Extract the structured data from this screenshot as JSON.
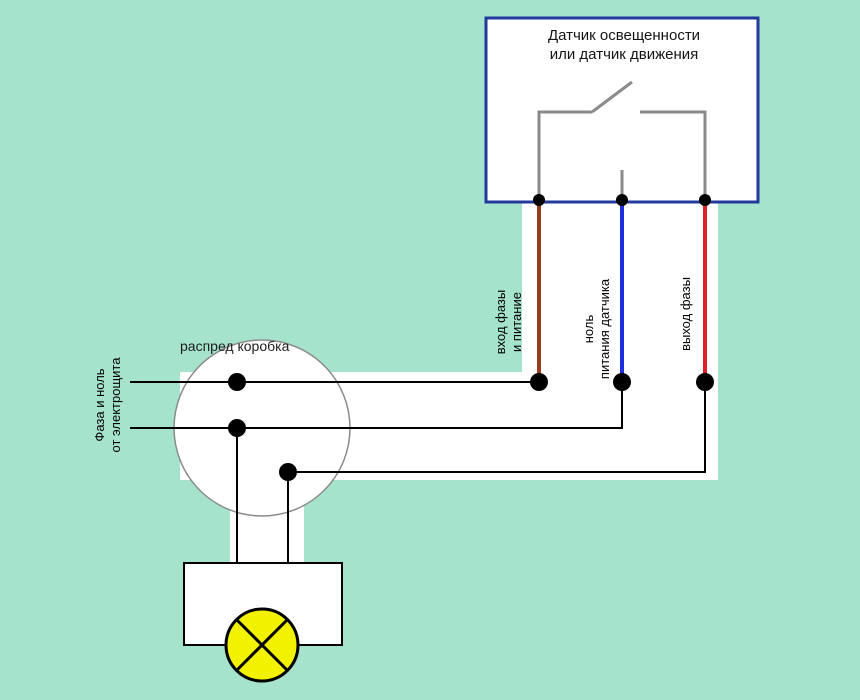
{
  "colors": {
    "background": "#a6e3cd",
    "panel": "#ffffff",
    "sensor_border": "#223a99",
    "wire": "#000000",
    "internal_wire": "#8a8a8a",
    "wire_phase_in": "#9a3b1c",
    "wire_neutral": "#1f2fe0",
    "wire_phase_out": "#e0202a",
    "lamp": "#f2f200"
  },
  "sensor": {
    "title_line1": "Датчик освещенности",
    "title_line2": "или датчик движения"
  },
  "junction_box": {
    "label": "распред коробка"
  },
  "source_label": {
    "line1": "Фаза и ноль",
    "line2": "от электрощита"
  },
  "wire_labels": {
    "phase_in": {
      "line1": "вход фазы",
      "line2": "и питание"
    },
    "neutral": {
      "line1": "ноль",
      "line2": "питания датчика"
    },
    "phase_out": {
      "line1": "выход фазы"
    }
  },
  "icons": {
    "lamp": "lamp-icon",
    "switch": "switch-contact-icon"
  }
}
